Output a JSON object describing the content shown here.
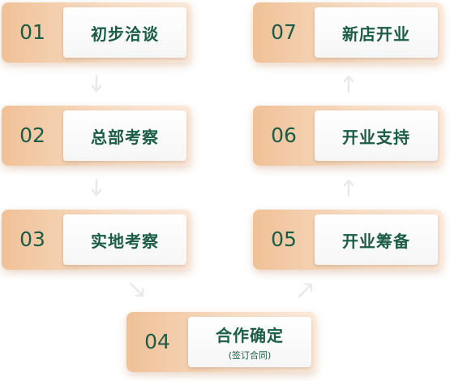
{
  "steps": [
    {
      "num": "01",
      "label": "初步洽谈"
    },
    {
      "num": "02",
      "label": "总部考察"
    },
    {
      "num": "03",
      "label": "实地考察"
    },
    {
      "num": "04",
      "label": "合作确定",
      "sub": "(签订合同)"
    },
    {
      "num": "05",
      "label": "开业筹备"
    },
    {
      "num": "06",
      "label": "开业支持"
    },
    {
      "num": "07",
      "label": "新店开业"
    }
  ],
  "colors": {
    "text": "#1a5c45",
    "badge_orange": "#f0c197",
    "arrow": "#e9e9e9"
  },
  "icons": {
    "down": "arrow-down-icon",
    "up": "arrow-up-icon",
    "diag_down_right": "arrow-down-right-icon",
    "diag_up_right": "arrow-up-right-icon"
  }
}
